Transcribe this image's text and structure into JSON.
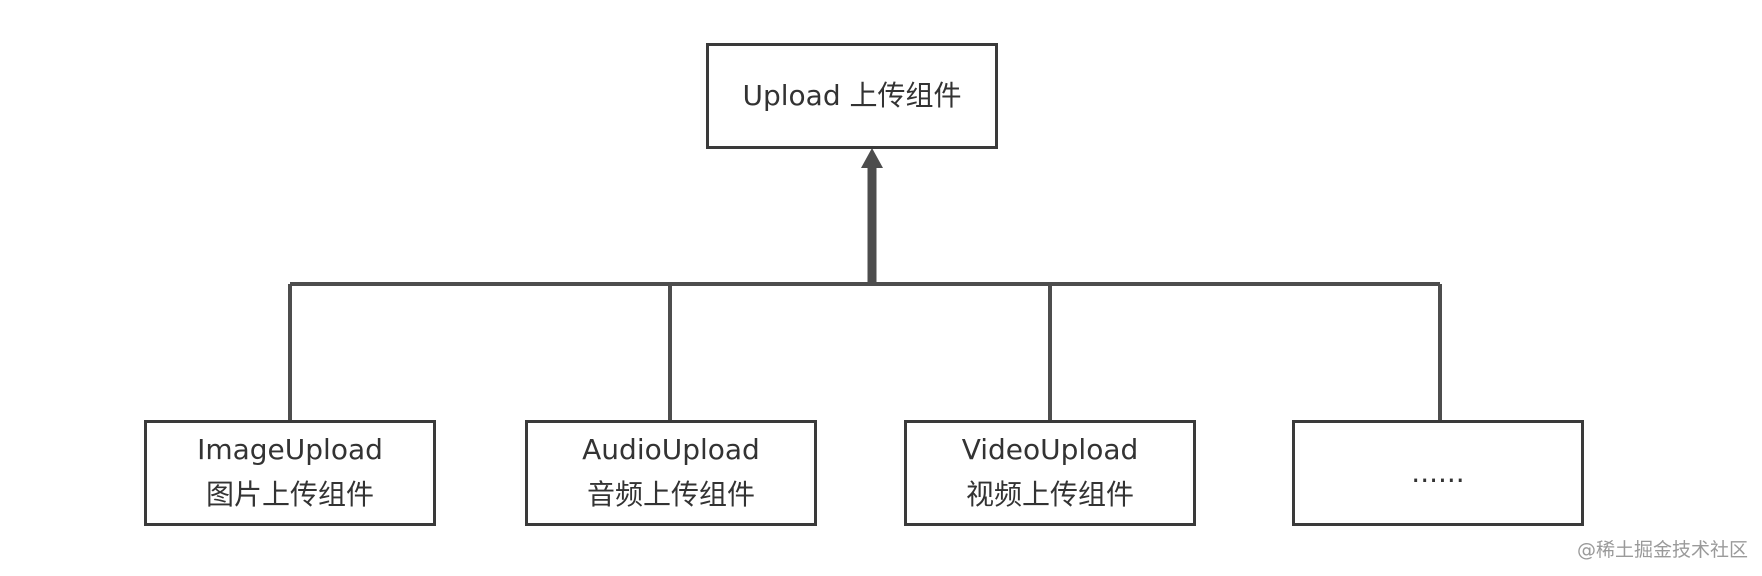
{
  "diagram": {
    "root": {
      "label": "Upload 上传组件"
    },
    "children": [
      {
        "line1": "ImageUpload",
        "line2": "图片上传组件"
      },
      {
        "line1": "AudioUpload",
        "line2": "音频上传组件"
      },
      {
        "line1": "VideoUpload",
        "line2": "视频上传组件"
      },
      {
        "line1": "......",
        "line2": ""
      }
    ],
    "colors": {
      "stroke": "#3a3a3a",
      "connector": "#4d4d4d",
      "text": "#333333",
      "watermark": "#9a9a9a"
    }
  },
  "watermark": {
    "text": "@稀土掘金技术社区"
  }
}
